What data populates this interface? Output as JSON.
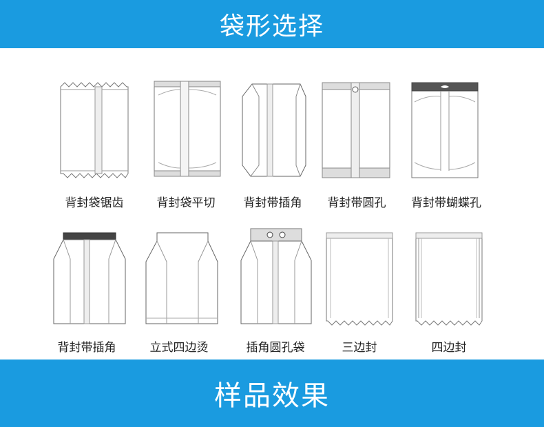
{
  "header": {
    "title": "袋形选择"
  },
  "footer": {
    "title": "样品效果"
  },
  "bags": [
    {
      "label": "背封袋锯齿"
    },
    {
      "label": "背封袋平切"
    },
    {
      "label": "背封带插角"
    },
    {
      "label": "背封带圆孔"
    },
    {
      "label": "背封带蝴蝶孔"
    },
    {
      "label": "背封带插角"
    },
    {
      "label": "立式四边烫"
    },
    {
      "label": "插角圆孔袋"
    },
    {
      "label": "三边封"
    },
    {
      "label": "四边封"
    }
  ],
  "colors": {
    "banner": "#1a9be0",
    "line": "#666666"
  }
}
